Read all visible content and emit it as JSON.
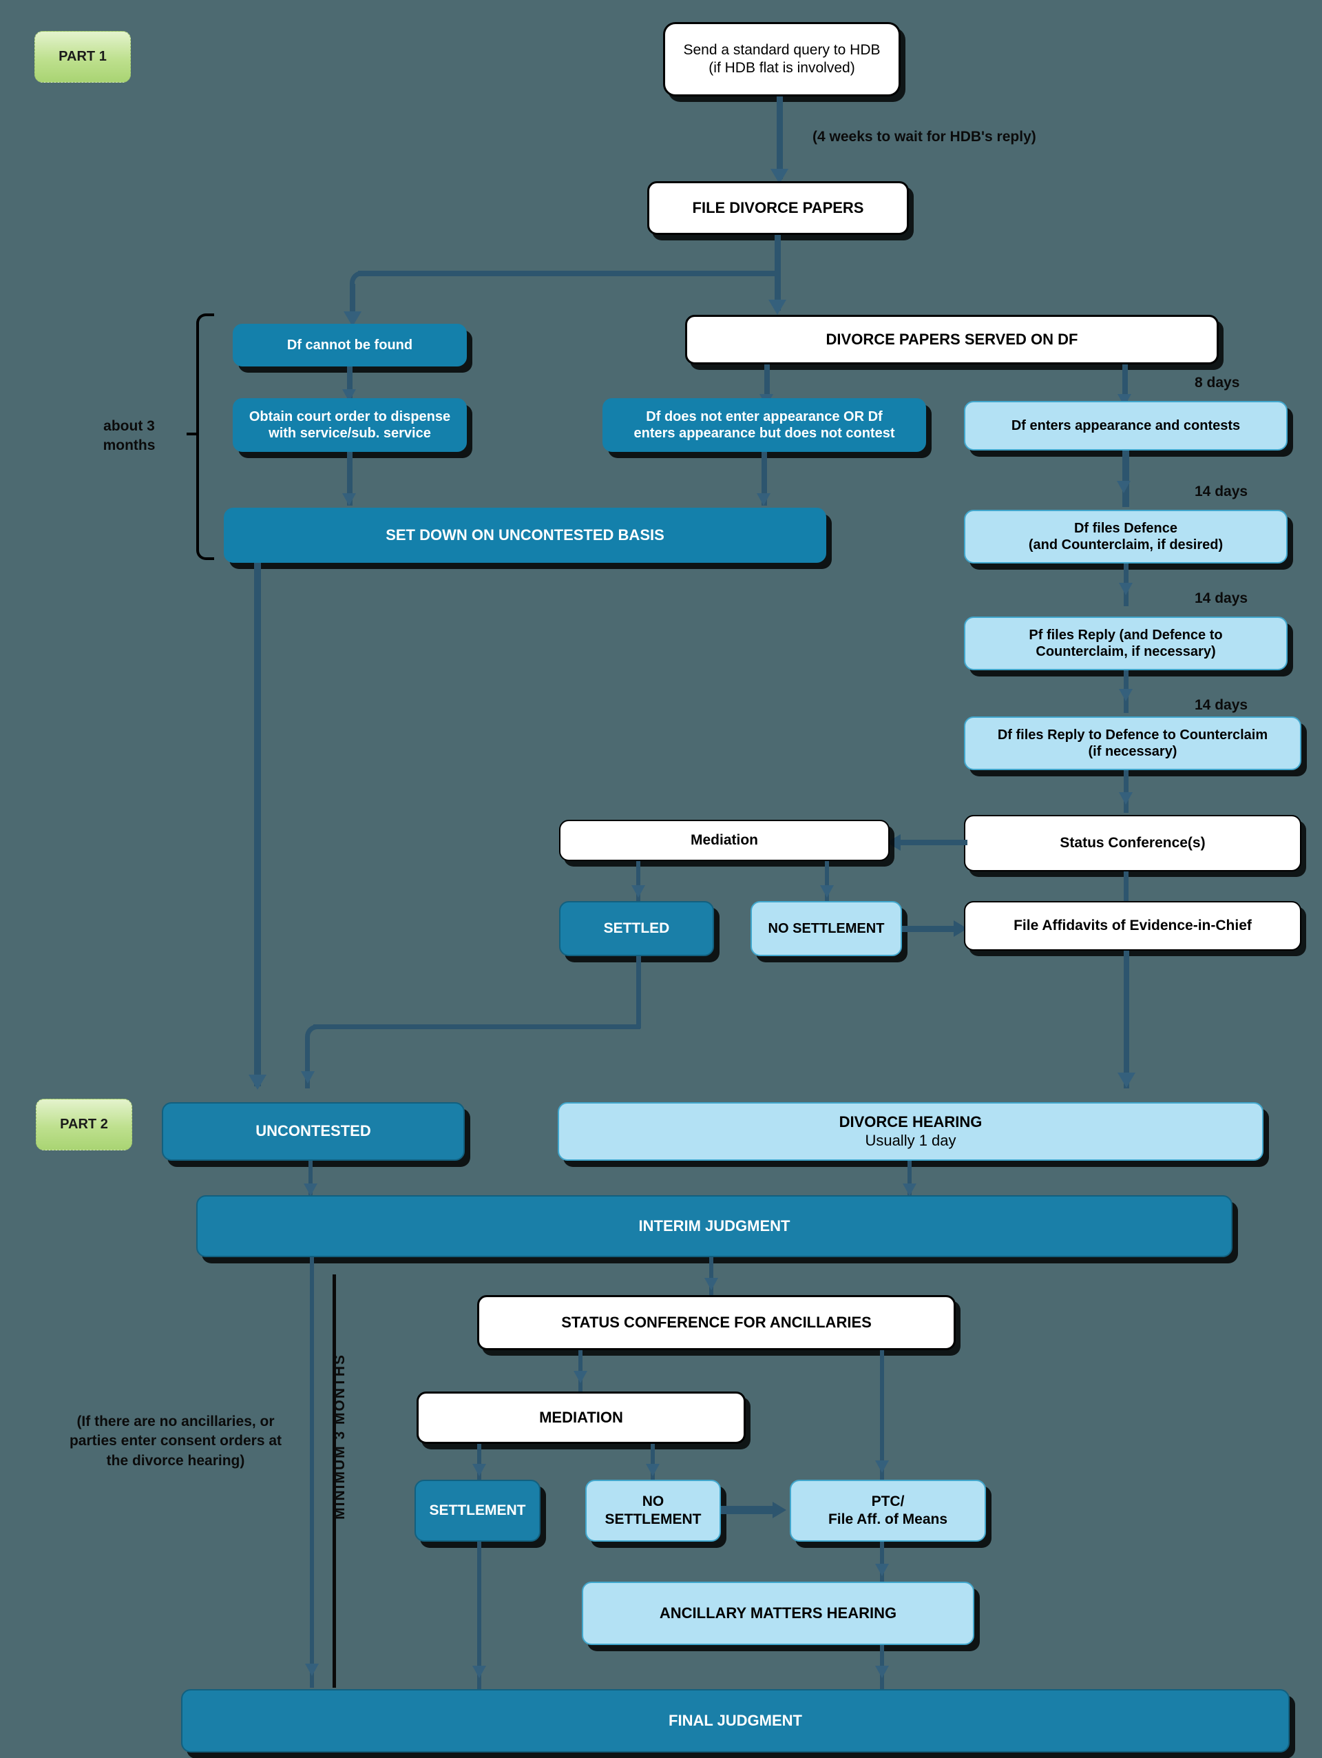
{
  "diagram": {
    "title": "Divorce Proceedings Flowchart",
    "background_color": "#4d6a71",
    "accent_dark_blue": "#1480ab",
    "accent_light_blue": "#b3e1f4",
    "connector_color": "#2d556e",
    "part_badge_color": "#bee08e"
  },
  "badges": {
    "part1": "PART 1",
    "part2": "PART 2"
  },
  "nodes": {
    "hdb_query": "Send a standard query to HDB\n(if HDB flat is involved)",
    "hdb_query_l1": "Send a standard query to HDB",
    "hdb_query_l2": "(if HDB flat is involved)",
    "file_divorce_papers": "FILE DIVORCE PAPERS",
    "divorce_papers_served": "DIVORCE PAPERS SERVED ON DF",
    "df_cannot_be_found": "Df cannot be found",
    "obtain_court_order_l1": "Obtain court order to dispense",
    "obtain_court_order_l2": "with service/sub. service",
    "df_no_appearance_l1": "Df does not enter appearance OR Df",
    "df_no_appearance_l2": "enters appearance but does not contest",
    "df_enters_contests": "Df enters appearance and contests",
    "set_down_uncontested": "SET DOWN ON UNCONTESTED BASIS",
    "df_files_defence_l1": "Df files Defence",
    "df_files_defence_l2": "(and Counterclaim, if desired)",
    "pf_files_reply_l1": "Pf files Reply (and Defence to",
    "pf_files_reply_l2": "Counterclaim, if necessary)",
    "df_files_reply_l1": "Df files Reply to Defence to Counterclaim",
    "df_files_reply_l2": "(if necessary)",
    "status_conferences": "Status Conference(s)",
    "mediation_1": "Mediation",
    "settled": "SETTLED",
    "no_settlement_1": "NO SETTLEMENT",
    "file_affidavits": "File Affidavits of Evidence-in-Chief",
    "uncontested": "UNCONTESTED",
    "divorce_hearing_l1": "DIVORCE HEARING",
    "divorce_hearing_l2": "Usually 1 day",
    "interim_judgment": "INTERIM JUDGMENT",
    "status_conf_ancillaries": "STATUS CONFERENCE FOR ANCILLARIES",
    "mediation_2": "MEDIATION",
    "settlement": "SETTLEMENT",
    "no_settlement_2": "NO SETTLEMENT",
    "ptc_l1": "PTC/",
    "ptc_l2": "File Aff. of Means",
    "ancillary_matters_hearing": "ANCILLARY MATTERS HEARING",
    "final_judgment": "FINAL JUDGMENT"
  },
  "annotations": {
    "hdb_wait": "(4 weeks to wait for HDB's reply)",
    "about_3_months_l1": "about 3",
    "about_3_months_l2": "months",
    "days_8": "8 days",
    "days_14_a": "14 days",
    "days_14_b": "14 days",
    "days_14_c": "14 days",
    "minimum_3_months": "MINIMUM 3 MONTHS",
    "no_ancillaries_l1": "(If there are no ancillaries, or",
    "no_ancillaries_l2": "parties enter consent orders at",
    "no_ancillaries_l3": "the divorce hearing)"
  }
}
